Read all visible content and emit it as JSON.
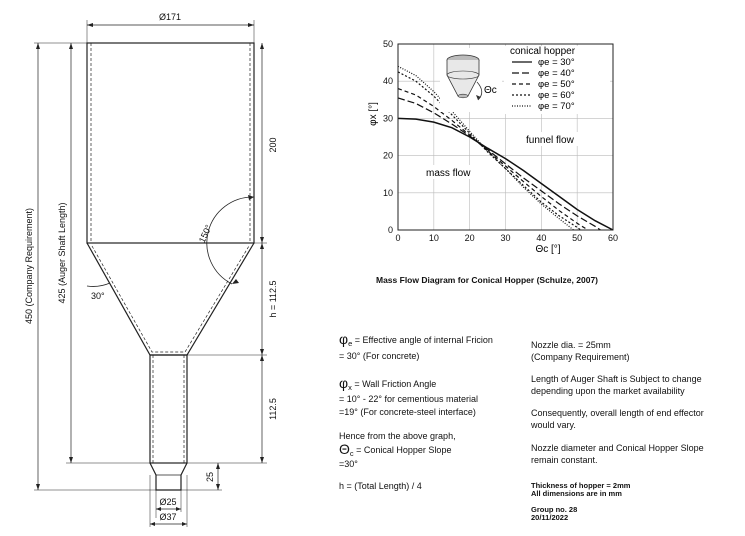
{
  "drawing": {
    "dim_top_diameter": "Ø171",
    "dim_cyl_height": "200",
    "dim_angle_150": "150°",
    "dim_angle_30": "30°",
    "dim_cone_height": "h = 112.5",
    "dim_nozzle_height": "112.5",
    "dim_tip_height": "25",
    "dim_tip_inner": "Ø25",
    "dim_tip_outer": "Ø37",
    "dim_total_length": "450 (Company Requirement)",
    "dim_auger_length": "425 (Auger Shaft Length)"
  },
  "chart_data": {
    "type": "line",
    "title": "Mass Flow Diagram for Conical Hopper (Schulze, 2007)",
    "xlabel": "Θc [°]",
    "ylabel": "φx [°]",
    "xlim": [
      0,
      60
    ],
    "ylim": [
      0,
      50
    ],
    "xticks": [
      "0",
      "10",
      "20",
      "30",
      "40",
      "50",
      "60"
    ],
    "yticks": [
      "0",
      "10",
      "20",
      "30",
      "40",
      "50"
    ],
    "legend_title": "conical hopper",
    "legend_placement": "top-right",
    "regions": [
      "mass flow",
      "funnel flow"
    ],
    "inset_label": "Θc",
    "grid": true,
    "series": [
      {
        "name": "φe = 30°",
        "dash": "solid",
        "x": [
          0,
          5,
          10,
          15,
          20,
          25,
          30,
          35,
          40,
          45,
          50,
          55,
          60
        ],
        "y": [
          30,
          29.8,
          29,
          27.5,
          25,
          22,
          19.2,
          16,
          12.5,
          9,
          5.5,
          2.5,
          0
        ]
      },
      {
        "name": "φe = 40°",
        "dash": "longdash",
        "x": [
          0,
          5,
          10,
          15,
          20,
          25,
          30,
          35,
          40,
          45,
          50,
          55,
          56.5
        ],
        "y": [
          35.5,
          34,
          31.5,
          28.5,
          25.3,
          21.6,
          17.8,
          14,
          10.5,
          7,
          3.8,
          1,
          0
        ]
      },
      {
        "name": "φe = 50°",
        "dash": "dash",
        "x": [
          0,
          5,
          10,
          15,
          20,
          25,
          30,
          35,
          40,
          45,
          50,
          53
        ],
        "y": [
          38,
          36.3,
          33.2,
          29.5,
          25.5,
          21.3,
          17.2,
          13,
          9,
          5.2,
          1.8,
          0
        ]
      },
      {
        "name": "φe = 60°",
        "dash": "dot",
        "x": [
          0,
          5,
          10,
          15,
          20,
          25,
          30,
          35,
          40,
          45,
          50,
          51
        ],
        "y": [
          42.5,
          40,
          36,
          31,
          26,
          21,
          16.5,
          12,
          7.5,
          3.8,
          0.7,
          0
        ]
      },
      {
        "name": "φe = 70°",
        "dash": "finedot",
        "x": [
          0,
          5,
          10,
          15,
          20,
          25,
          30,
          35,
          40,
          45,
          49
        ],
        "y": [
          44,
          41.5,
          37.2,
          32,
          26.5,
          21.2,
          16.5,
          11.5,
          7,
          3,
          0
        ]
      }
    ]
  },
  "notes": {
    "phi_e_symbol": "φ",
    "phi_e_sub": "e",
    "phi_e_text": " = Effective angle of internal Fricion",
    "phi_e_value": "= 30° (For concrete)",
    "phi_x_symbol": "φ",
    "phi_x_sub": "x",
    "phi_x_text": " = Wall Friction Angle",
    "phi_x_line2": "= 10° - 22° for cementious material",
    "phi_x_line3": "=19° (For concrete-steel interface)",
    "hence": "Hence from the above graph,",
    "theta_symbol": "Θ",
    "theta_sub": "c",
    "theta_text": " = Conical Hopper Slope",
    "theta_value": "=30°",
    "h_formula": "h = (Total Length) / 4",
    "nozzle_1": "Nozzle dia. = 25mm",
    "nozzle_2": "(Company Requirement)",
    "auger_1": "Length of Auger Shaft is Subject to change",
    "auger_2": "depending upon the market availability",
    "conseq_1": "Consequently, overall length of end effector",
    "conseq_2": "would vary.",
    "constant_1": "Nozzle diameter and Conical Hopper Slope",
    "constant_2": "remain constant.",
    "thickness": "Thickness of hopper = 2mm",
    "all_dims": "All dimensions are in mm",
    "group": "Group no. 28",
    "date": "20/11/2022"
  }
}
